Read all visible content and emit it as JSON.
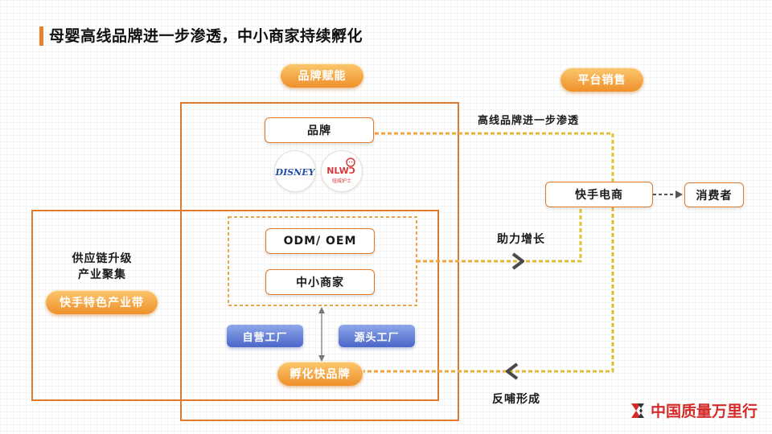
{
  "title": "母婴高线品牌进一步渗透，中小商家持续孵化",
  "pills": {
    "brand_empower": "品牌赋能",
    "platform_sales": "平台销售",
    "kuaishou_belt": "快手特色产业带",
    "incubate_brand": "孵化快品牌",
    "self_factory": "自营工厂",
    "source_factory": "源头工厂"
  },
  "boxes": {
    "brand": "品牌",
    "odm_oem": "ODM/ OEM",
    "sme": "中小商家",
    "ks_ecommerce": "快手电商",
    "consumer": "消费者"
  },
  "labels": {
    "high_end_penetration": "高线品牌进一步渗透",
    "growth_boost": "助力增长",
    "feedback": "反哺形成",
    "supply_chain_line1": "供应链升级",
    "supply_chain_line2": "产业聚集"
  },
  "logos": {
    "disney": "DISNEY",
    "nlw_top": "NLWƆ",
    "nlw_bottom": "纽威护士"
  },
  "watermark": "中国质量万里行",
  "colors": {
    "accent_orange": "#e07a2a",
    "dashed_gold": "#e9b23b",
    "blue_pill": "#4a66c8"
  }
}
